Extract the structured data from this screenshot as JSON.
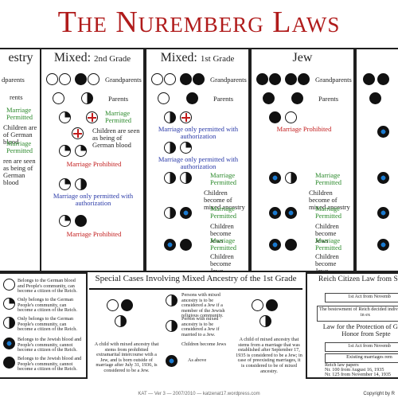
{
  "title": "The Nuremberg Laws",
  "panels": {
    "ancestry": {
      "header": "estry",
      "grandparents": "dparents",
      "parents": "rents",
      "marriage_permitted": "Marriage Permitted",
      "children_german": "Children are of German blood",
      "children_seen": "ren are seen as being of German blood"
    },
    "mixed2": {
      "header_main": "Mixed:",
      "header_sub": "2nd Grade",
      "grandparents": "Grandparents",
      "parents": "Parents",
      "marriage_permitted": "Marriage Permitted",
      "children_seen": "Children are seen as being of German blood",
      "prohibited1": "Marriage Prohibited",
      "authorization": "Marriage only permitted with authorization",
      "prohibited2": "Marriage Prohibited"
    },
    "mixed1": {
      "header_main": "Mixed:",
      "header_sub": "1st Grade",
      "grandparents": "Grandparents",
      "parents": "Parents",
      "auth1": "Marriage only permitted with authorization",
      "auth2": "Marriage only permitted with authorization",
      "marriage_permitted": "Marriage Permitted",
      "children_mixed": "Children become of mixed ancestry",
      "marriage_permitted2": "Marriage Permitted",
      "children_jews": "Children become Jews",
      "marriage_permitted3": "Marriage Permitted",
      "children_jews2": "Children become Jews"
    },
    "jew": {
      "header": "Jew",
      "grandparents": "Grandparents",
      "parents": "Parents",
      "prohibited": "Marriage Prohibited",
      "marriage_permitted": "Marriage Permitted",
      "children_mixed": "Children become of mixed ancestry",
      "marriage_permitted2": "Marriage Permitted",
      "children_jews": "Children become Jews",
      "marriage_permitted3": "Marriage Permitted",
      "children_jews2": "Children become Jews"
    }
  },
  "legend": {
    "items": [
      "Belongs to the German blood and People's community, can become a citizen of the Reich.",
      "Only belongs to the German People's community, can become a citizen of the Reich.",
      "Only belongs to the German People's community, can become a citizen of the Reich.",
      "Belongs to the Jewish blood and People's community, cannot become a citizen of the Reich.",
      "Belongs to the Jewish blood and People's community, cannot become a citizen of the Reich."
    ]
  },
  "special": {
    "header": "Special Cases Involving Mixed Ancestry of the 1st Grade",
    "note1": "Persons with mixed ancestry is to be considered a Jew if a member of the Jewish religious community.",
    "note2": "Person with mixed ancestry is to be considered a Jew if married to a Jew.",
    "children_jews": "Children become Jews",
    "case_left": "A child with mixed ancestry that stems from prohibited extramarital intercourse with a Jew, and is born outside of marriage after July 31, 1936, is considered to be a Jew.",
    "as_above": "As above",
    "case_right": "A child of mixed ancestry that stems from a marriage that was established after September 17, 1935 is considered to be a Jew; in case of preexisting marriages, it is considered to be of mixed ancestry."
  },
  "reich": {
    "header": "Reich Citizen Law from S",
    "act1": "1st Act from Novemb",
    "act1_text": "The bestowment of Reich decided individually in ex",
    "law_title": "Law for the Protection of G and Honor from Septe",
    "act2": "1st Act from Novemb",
    "existing": "Existing marriages rem",
    "refs_title": "Reich law papers",
    "ref1": "Nr. 100 from August 16, 1935",
    "ref2": "Nr. 125 from November 14, 1935"
  },
  "footer": "KAT — Ver 3 — 2007/2010 — katzenat17.wordpress.com",
  "copyright": "Copyright by R"
}
